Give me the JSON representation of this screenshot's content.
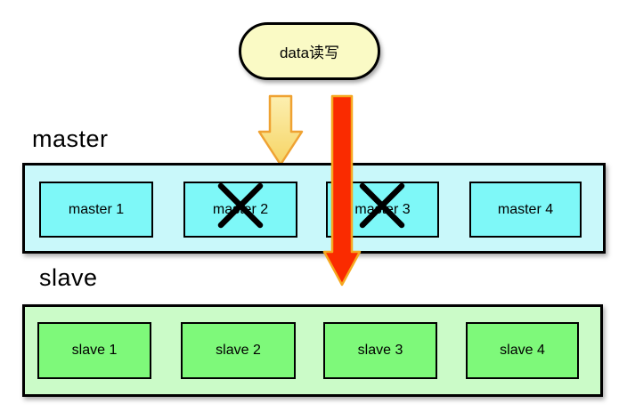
{
  "diagram": {
    "source_node": {
      "label": "data读写"
    },
    "labels": {
      "master": "master",
      "slave": "slave"
    },
    "master_nodes": [
      {
        "label": "master 1",
        "crossed_out": false
      },
      {
        "label": "master 2",
        "crossed_out": true
      },
      {
        "label": "master 3",
        "crossed_out": true
      },
      {
        "label": "master 4",
        "crossed_out": false
      }
    ],
    "slave_nodes": [
      {
        "label": "slave 1"
      },
      {
        "label": "slave 2"
      },
      {
        "label": "slave 3"
      },
      {
        "label": "slave 4"
      }
    ],
    "arrows": [
      {
        "name": "short-down-arrow",
        "fill_top": "#FCEFB0",
        "fill_bottom": "#F6D464",
        "stroke": "#EFA232"
      },
      {
        "name": "long-down-arrow",
        "fill": "#FA2B00",
        "stroke": "#F6A81F"
      }
    ],
    "colors": {
      "source_fill": "#FAFAC5",
      "master_container_fill": "#C9F8FA",
      "master_node_fill": "#7EF8F8",
      "slave_container_fill": "#CBFBC8",
      "slave_node_fill": "#7EF97A",
      "border": "#000000",
      "cross_mark": "#000000"
    }
  }
}
